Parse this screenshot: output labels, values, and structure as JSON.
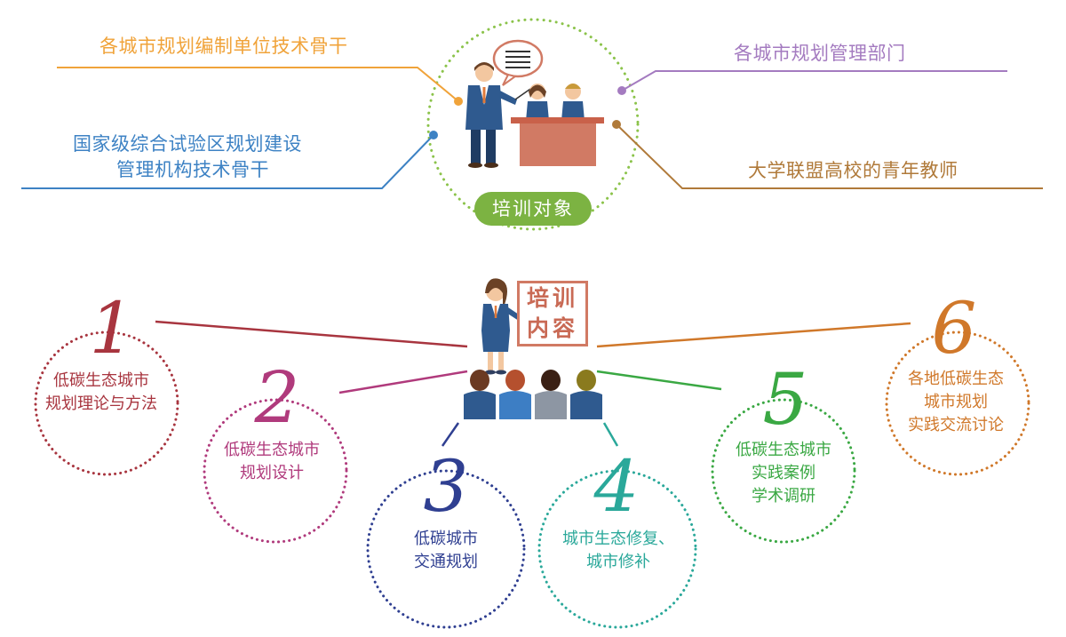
{
  "targets": {
    "top_left": "各城市规划编制单位技术骨干",
    "bottom_left_line1": "国家级综合试验区规划建设",
    "bottom_left_line2": "管理机构技术骨干",
    "top_right": "各城市规划管理部门",
    "bottom_right": "大学联盟高校的青年教师",
    "badge": "培训对象"
  },
  "content": {
    "board_line1": "培训",
    "board_line2": "内容",
    "items": [
      {
        "num": "1",
        "line1": "低碳生态城市",
        "line2": "规划理论与方法",
        "line3": "",
        "color": "#a8353f"
      },
      {
        "num": "2",
        "line1": "低碳生态城市",
        "line2": "规划设计",
        "line3": "",
        "color": "#b03a7c"
      },
      {
        "num": "3",
        "line1": "低碳城市",
        "line2": "交通规划",
        "line3": "",
        "color": "#2f3f91"
      },
      {
        "num": "4",
        "line1": "城市生态修复、",
        "line2": "城市修补",
        "line3": "",
        "color": "#2aa89a"
      },
      {
        "num": "5",
        "line1": "低碳生态城市",
        "line2": "实践案例",
        "line3": "学术调研",
        "color": "#3aa843"
      },
      {
        "num": "6",
        "line1": "各地低碳生态",
        "line2": "城市规划",
        "line3": "实践交流讨论",
        "color": "#d0782a"
      }
    ]
  },
  "colors": {
    "orange": "#f0a33a",
    "purple": "#a47bc0",
    "blue": "#3d82c4",
    "brown": "#b07a3a",
    "green": "#7cb342"
  },
  "icons": [
    "speech-bubble-icon",
    "teacher-icon",
    "students-icon",
    "trainer-icon"
  ]
}
